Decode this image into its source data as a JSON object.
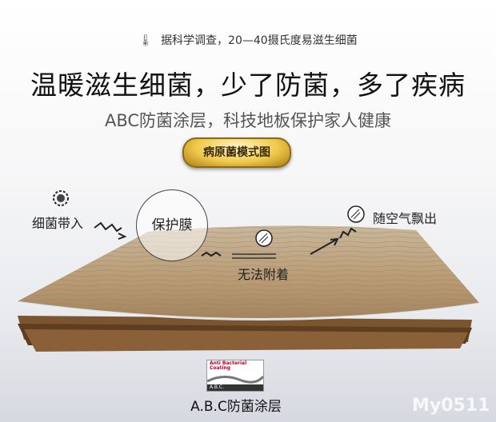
{
  "note": "据科学调查，20—40摄氏度易滋生细菌",
  "headline": "温暖滋生细菌，少了防菌，多了疾病",
  "subtitle": "ABC防菌涂层，科技地板保护家人健康",
  "badge": "病原菌模式图",
  "diagram": {
    "bacteria_in": "细菌带入",
    "film": "保护膜",
    "cannot_attach": "无法附着",
    "float_out": "随空气飘出"
  },
  "logo": {
    "line1": "Anti Bacterial",
    "line2": "Coating",
    "bar": "A.B.C."
  },
  "logo_caption": "A.B.C防菌涂层",
  "watermark": "My0511"
}
